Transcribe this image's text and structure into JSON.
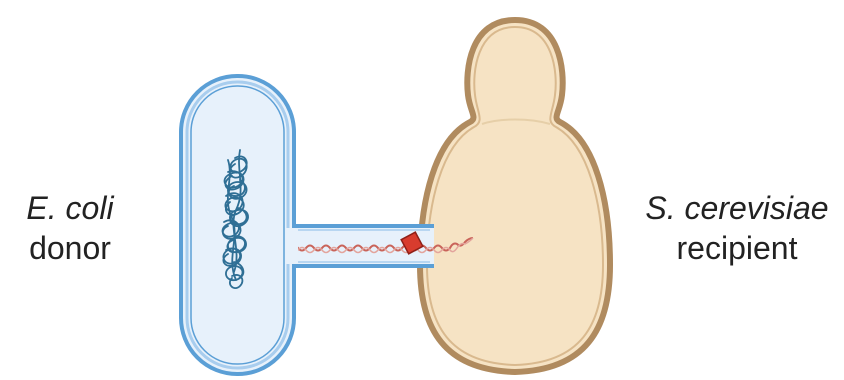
{
  "donor": {
    "species": "E. coli",
    "role": "donor"
  },
  "recipient": {
    "species": "S. cerevisiae",
    "role": "recipient"
  },
  "colors": {
    "ecoli_fill": "#e7f1fb",
    "ecoli_outline": "#5b9fd6",
    "ecoli_inner": "#a8cdee",
    "yeast_fill": "#f6e3c4",
    "yeast_outline": "#b08b5f",
    "yeast_inner": "#d9b98e",
    "dna_chromosome": "#2f6f95",
    "dna_transfer": "#c9645a",
    "relaxase": "#d83c2e"
  }
}
